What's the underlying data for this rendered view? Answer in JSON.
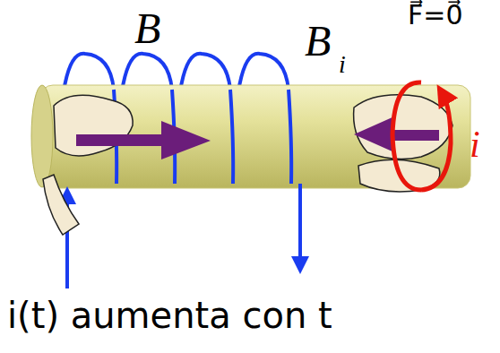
{
  "diagram": {
    "labels": [
      "B",
      "B",
      "i",
      "F⃗=0⃗",
      "i",
      "i(t) aumenta con t"
    ]
  }
}
